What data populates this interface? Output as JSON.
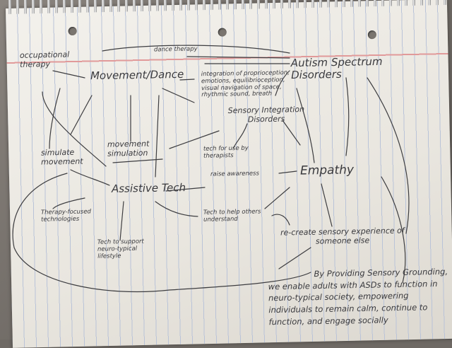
{
  "diagram": {
    "nodes": {
      "occupational_therapy": "occupational therapy",
      "dance_therapy": "dance therapy",
      "autism": "Autism Spectrum Disorders",
      "movement_dance": "Movement/Dance",
      "integration": "integration of proprioception, emotions, equilibrioception, visual navigation of space, rhythmic sound, breath",
      "sensory_integration": "Sensory Integration Disorders",
      "simulate_movement": "simulate movement",
      "movement_simulation": "movement simulation",
      "tech_therapists": "tech for use by therapists",
      "empathy": "Empathy",
      "raise_awareness": "raise awareness",
      "assistive_tech": "Assistive Tech",
      "therapy_focused": "Therapy-focused technologies",
      "tech_help": "Tech to help others understand",
      "recreate": "re-create sensory experience of someone else",
      "tech_support": "Tech to support neuro-typical lifestyle"
    },
    "statement": "By Providing Sensory Grounding, we enable adults with ASDs to function in neuro-typical society, empowering individuals to remain calm, continue to function, and engage socially"
  }
}
